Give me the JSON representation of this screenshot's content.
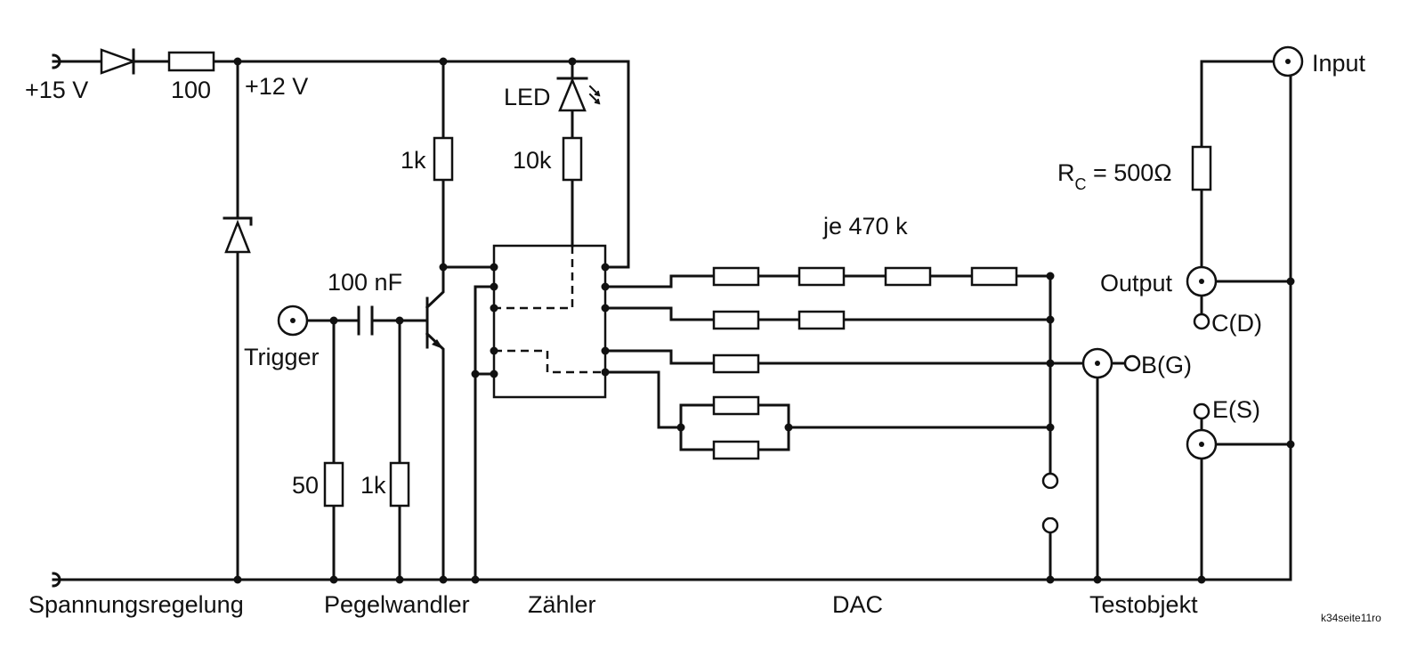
{
  "labels": {
    "v15": "+15 V",
    "v12": "+12 V",
    "r100": "100",
    "led": "LED",
    "r1k_top": "1k",
    "r10k": "10k",
    "c100nf": "100 nF",
    "trigger": "Trigger",
    "r50": "50",
    "r1k_bottom": "1k",
    "je470k": "je 470 k",
    "rc_main": "R",
    "rc_sub": "C",
    "rc_value": " = 500Ω",
    "input": "Input",
    "output": "Output",
    "cd": "C(D)",
    "bg": "B(G)",
    "es": "E(S)"
  },
  "sections": {
    "spannungsregelung": "Spannungsregelung",
    "pegelwandler": "Pegelwandler",
    "zaehler": "Zähler",
    "dac": "DAC",
    "testobjekt": "Testobjekt"
  },
  "footer": {
    "code": "k34seite11ro"
  }
}
